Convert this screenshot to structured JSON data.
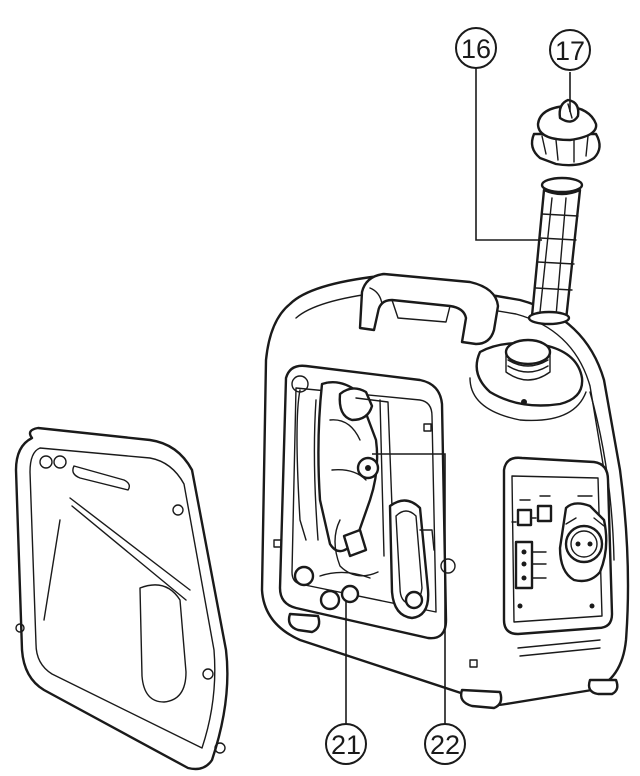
{
  "callouts": [
    {
      "id": "16",
      "label": "16"
    },
    {
      "id": "17",
      "label": "17"
    },
    {
      "id": "21",
      "label": "21"
    },
    {
      "id": "22",
      "label": "22"
    }
  ],
  "colors": {
    "ink": "#1a1a1a",
    "background": "#ffffff"
  }
}
